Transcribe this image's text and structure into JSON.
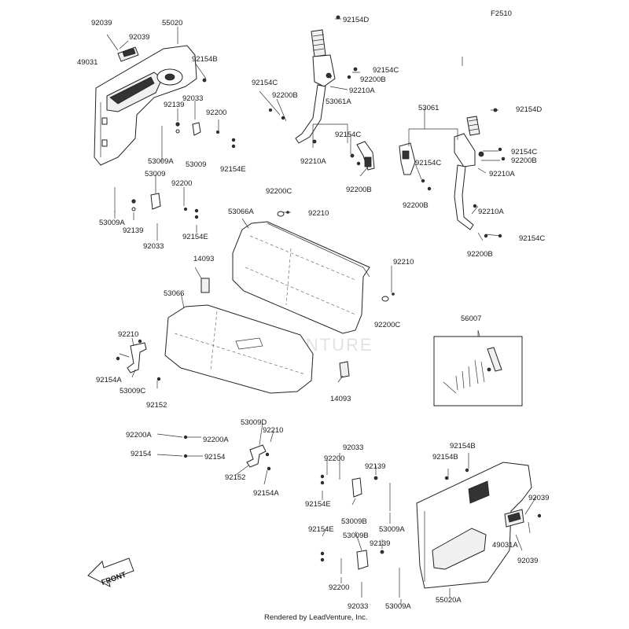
{
  "figure_code": "F2510",
  "footer_text": "Rendered by LeadVenture, Inc.",
  "watermark": "LEADVENTURE",
  "front_arrow_label": "FRONT",
  "labels": {
    "p92039_a": "92039",
    "p55020": "55020",
    "p92039_b": "92039",
    "p49031": "49031",
    "p92154B_a": "92154B",
    "p92139_a": "92139",
    "p92033_a": "92033",
    "p92200_a": "92200",
    "p53009A_a": "53009A",
    "p53009_a": "53009",
    "p92154E_a": "92154E",
    "p53009_b": "53009",
    "p92200_b": "92200",
    "p53009A_b": "53009A",
    "p92139_b": "92139",
    "p92033_b": "92033",
    "p92154E_b": "92154E",
    "p92154D_a": "92154D",
    "p92154C_a": "92154C",
    "p92200B_a": "92200B",
    "p92210A_a": "92210A",
    "p92154C_b": "92154C",
    "p92200B_b": "92200B",
    "p53061A": "53061A",
    "p92154C_c": "92154C",
    "p92210A_b": "92210A",
    "p92200B_c": "92200B",
    "p53061": "53061",
    "p92154D_b": "92154D",
    "p92154C_d": "92154C",
    "p92200B_d": "92200B",
    "p92210A_c": "92210A",
    "p92154C_e": "92154C",
    "p92200B_e": "92200B",
    "p92210A_d": "92210A",
    "p92154C_f": "92154C",
    "p92200B_f": "92200B",
    "p92200C_a": "92200C",
    "p53066A": "53066A",
    "p92210_a": "92210",
    "p14093_a": "14093",
    "p92210_b": "92210",
    "p92200C_b": "92200C",
    "p53066": "53066",
    "p56007": "56007",
    "p92210_c": "92210",
    "p92154A_a": "92154A",
    "p53009C": "53009C",
    "p92152_a": "92152",
    "p14093_b": "14093",
    "p92200A_l": "92200A",
    "p92200A_r": "92200A",
    "p92154_l": "92154",
    "p92154_r": "92154",
    "p53009D": "53009D",
    "p92210_d": "92210",
    "p92152_b": "92152",
    "p92154A_b": "92154A",
    "p92033_c": "92033",
    "p92200_c": "92200",
    "p92139_c": "92139",
    "p92154E_c": "92154E",
    "p53009B_a": "53009B",
    "p53009A_c": "53009A",
    "p92154E_d": "92154E",
    "p53009B_b": "53009B",
    "p92139_d": "92139",
    "p92200_d": "92200",
    "p92033_d": "92033",
    "p53009A_d": "53009A",
    "p92154B_b": "92154B",
    "p92154B_c": "92154B",
    "p92039_c": "92039",
    "p49031A": "49031A",
    "p92039_d": "92039",
    "p55020A": "55020A"
  }
}
